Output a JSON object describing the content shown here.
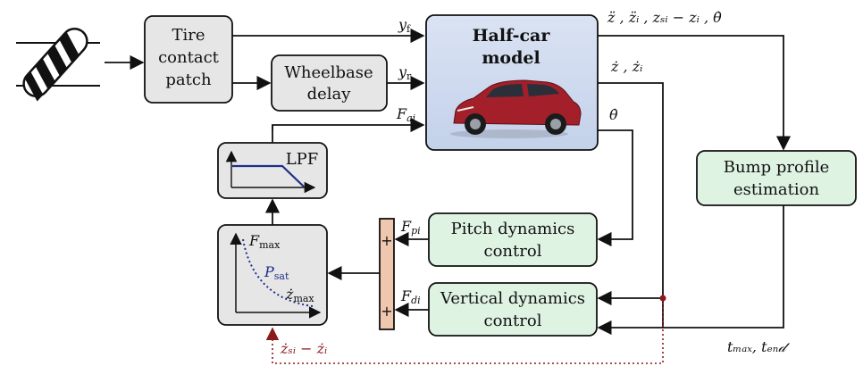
{
  "blocks": {
    "tire": [
      "Tire",
      "contact",
      "patch"
    ],
    "wheelbase": [
      "Wheelbase",
      "delay"
    ],
    "halfcar": [
      "Half-car",
      "model"
    ],
    "lpf": "LPF",
    "pitch": [
      "Pitch dynamics",
      "control"
    ],
    "vertical": [
      "Vertical dynamics",
      "control"
    ],
    "bump": [
      "Bump profile",
      "estimation"
    ],
    "saturation": {
      "fmax": "F",
      "fmax_sub": "max",
      "psat": "P",
      "psat_sub": "sat",
      "zmax": "ż",
      "zmax_sub": "max"
    }
  },
  "signals": {
    "yf": "y",
    "yf_sub": "f",
    "yr": "y",
    "yr_sub": "r",
    "fai": "F",
    "fai_sub": "ai",
    "fpi": "F",
    "fpi_sub": "pi",
    "fdi": "F",
    "fdi_sub": "di",
    "accel": "z̈ , z̈ᵢ , zₛᵢ − zᵢ , θ̇",
    "vel": "ż , żᵢ",
    "theta": "θ̇",
    "tout": "tₘₐₓ, tₑₙ𝒹",
    "rel_vel": "żₛᵢ − żᵢ"
  },
  "summing": [
    "+",
    "+"
  ],
  "colors": {
    "gray_block": "#e6e6e6",
    "green_block": "#dff3e3",
    "model_block": "#cfdaef",
    "summing": "#efc7ae",
    "lpf_line": "#1f2e8a",
    "psat_curve": "#1f2e8a",
    "feedback_dotted": "#8b1a1a",
    "car_body": "#a3202a"
  }
}
